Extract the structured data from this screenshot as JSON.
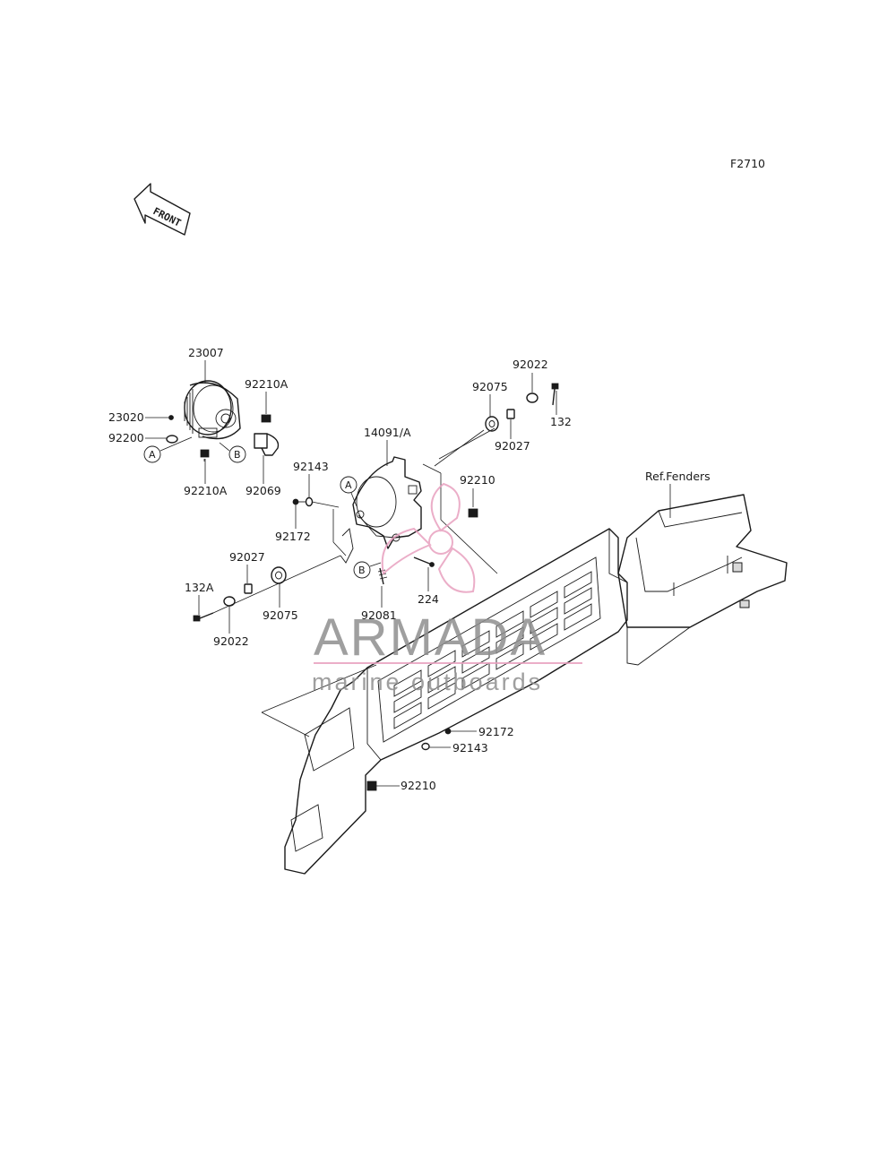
{
  "figure_code": "F2710",
  "front_arrow": "FRONT",
  "ref_label": "Ref.Fenders",
  "callouts": {
    "a": "A",
    "b": "B"
  },
  "parts": {
    "p23007": "23007",
    "p92210A_top": "92210A",
    "p23020": "23020",
    "p92200": "92200",
    "p92210A_bottom": "92210A",
    "p92069": "92069",
    "p14091A": "14091/A",
    "p92143_top": "92143",
    "p92172_top": "92172",
    "p92210_top": "92210",
    "p92075_right": "92075",
    "p92022_right": "92022",
    "p92027_right": "92027",
    "p132": "132",
    "p92027_left": "92027",
    "p132A": "132A",
    "p92075_left": "92075",
    "p92022_left": "92022",
    "p92081": "92081",
    "p224": "224",
    "p92172_bottom": "92172",
    "p92143_bottom": "92143",
    "p92210_bottom": "92210"
  },
  "watermark": {
    "brand": "ARMADA",
    "tagline": "marine outboards",
    "brand_color": "#8f8f8f",
    "accent_color": "#e8a0bf"
  }
}
